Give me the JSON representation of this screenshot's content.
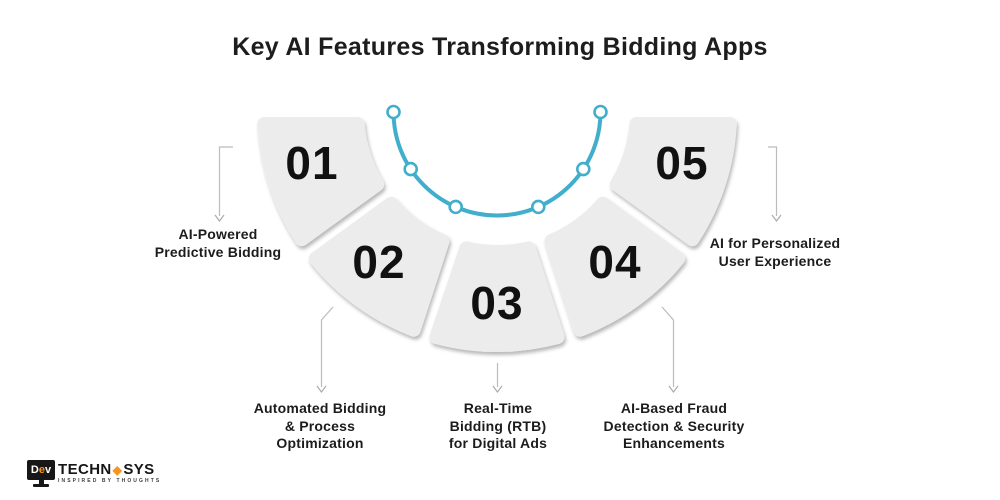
{
  "title": "Key AI Features Transforming Bidding Apps",
  "features": [
    {
      "number": "01",
      "label": "AI-Powered\nPredictive Bidding"
    },
    {
      "number": "02",
      "label": "Automated Bidding\n& Process\nOptimization"
    },
    {
      "number": "03",
      "label": "Real-Time\nBidding (RTB)\nfor Digital Ads"
    },
    {
      "number": "04",
      "label": "AI-Based Fraud\nDetection & Security\nEnhancements"
    },
    {
      "number": "05",
      "label": "AI for Personalized\nUser Experience"
    }
  ],
  "logo": {
    "screen_d": "D",
    "screen_e": "e",
    "screen_v": "v",
    "name_left": "TECHN",
    "gear_glyph": "◆",
    "name_right": "SYS",
    "tagline": "INSPIRED BY THOUGHTS"
  },
  "colors": {
    "arc_blue": "#41aecb",
    "wedge_gray": "#ececec",
    "text_dark": "#1c1c1c",
    "connector_gray": "#bcbcbc",
    "logo_orange": "#f7941d"
  }
}
